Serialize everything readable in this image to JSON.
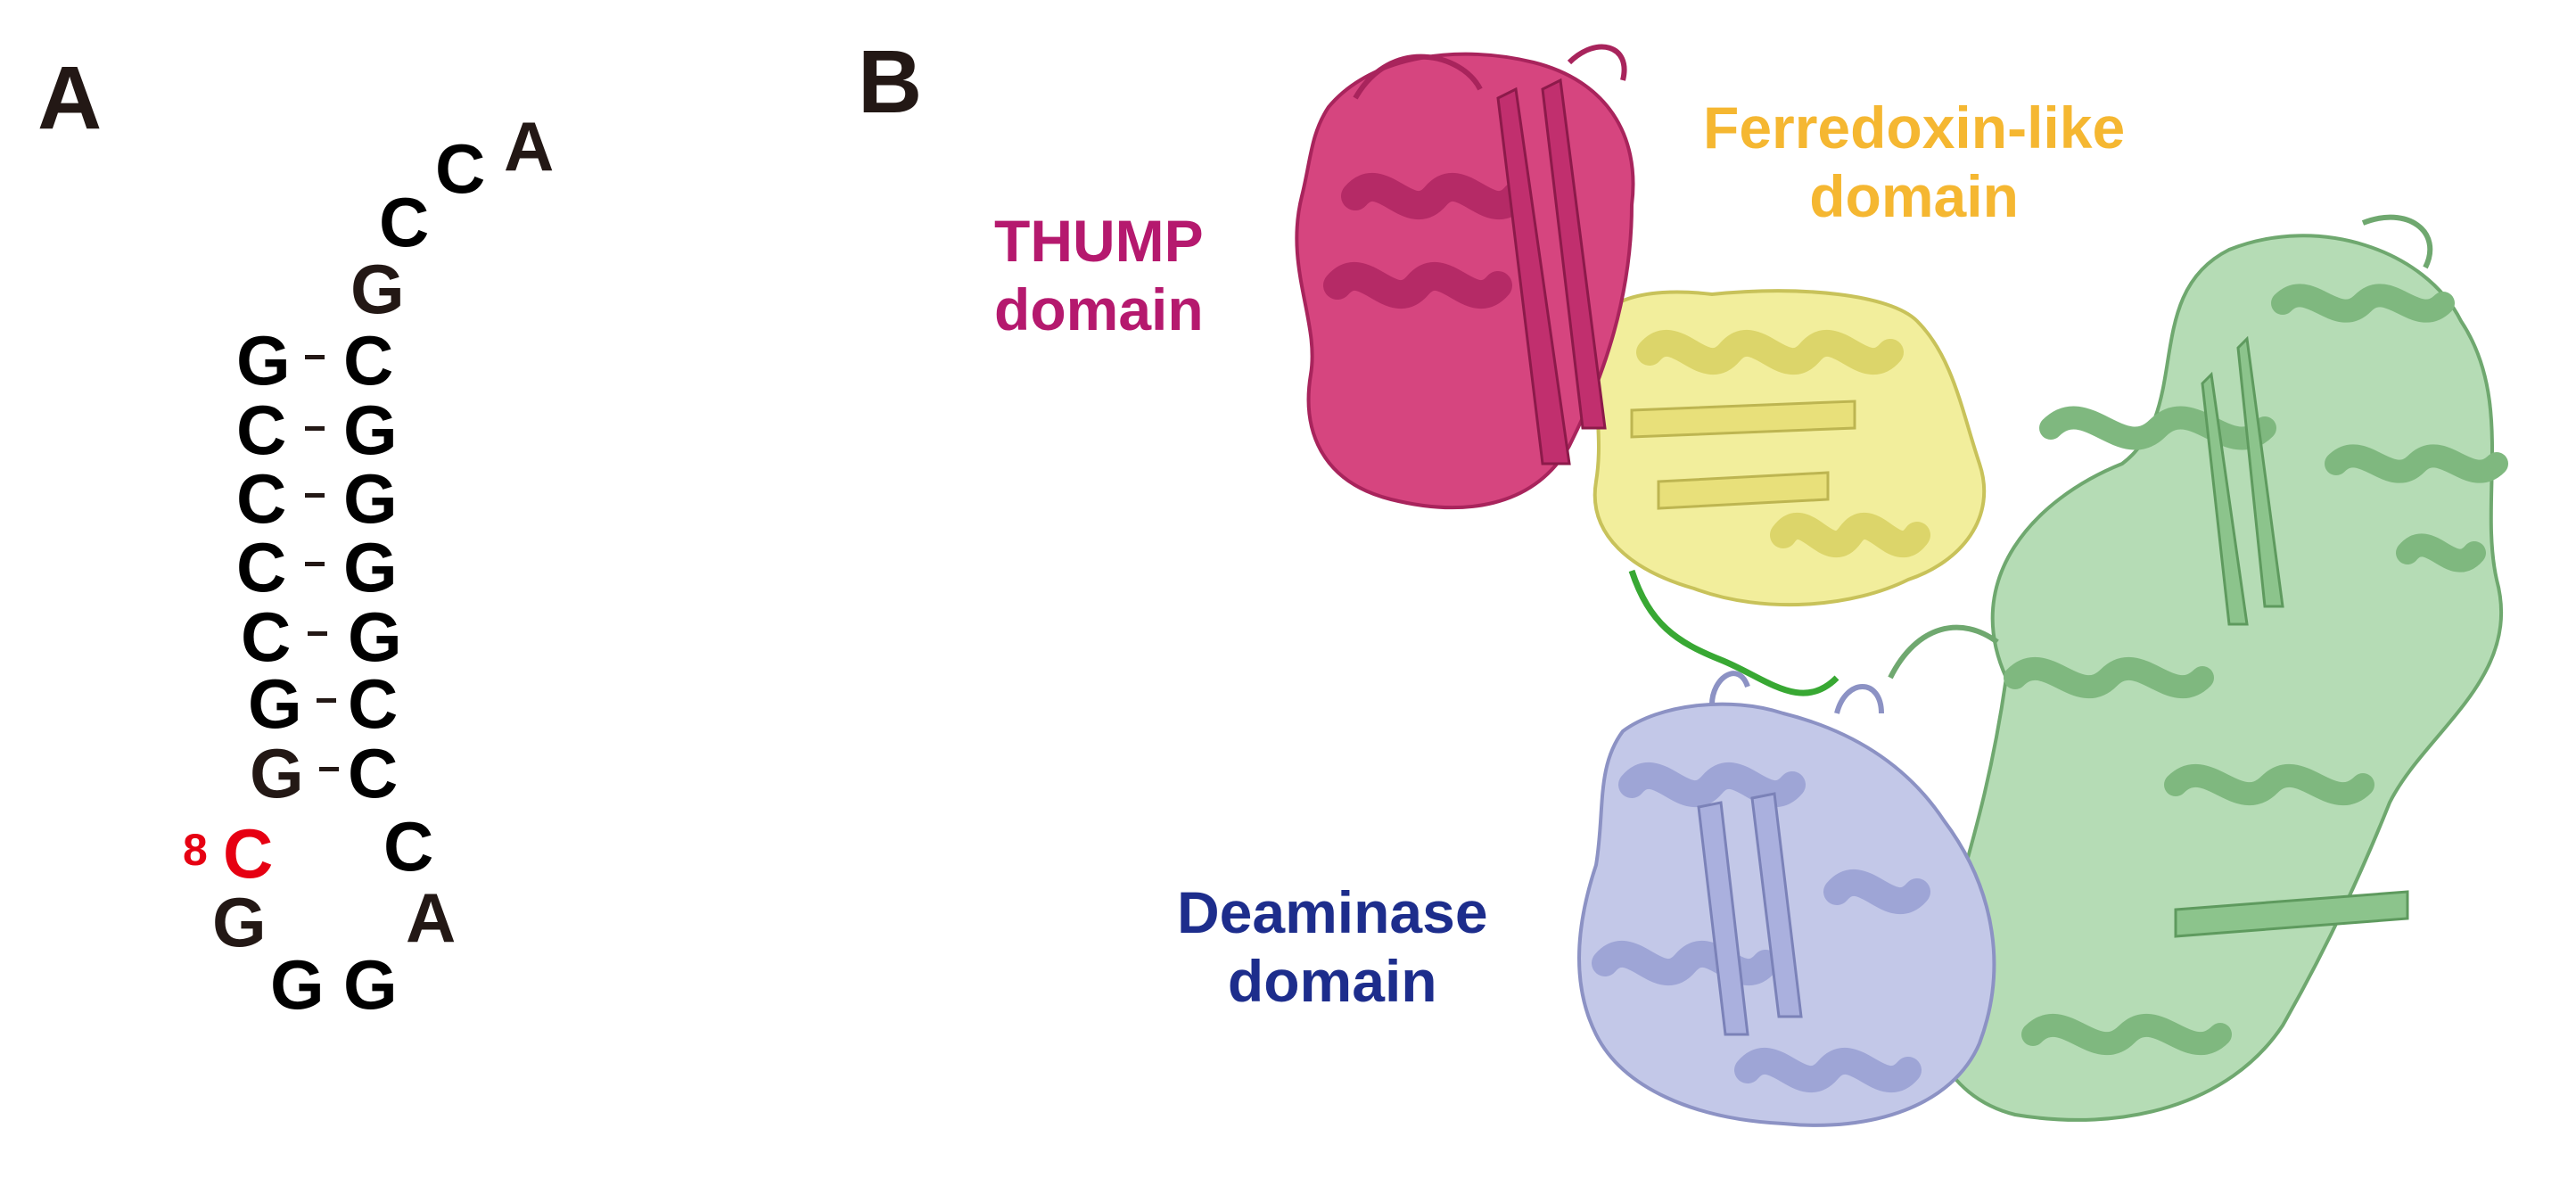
{
  "panels": {
    "a": "A",
    "b": "B"
  },
  "rna": {
    "position_label": "8",
    "acceptor_tail": [
      "A",
      "C",
      "C",
      "G"
    ],
    "stem_left": [
      "G",
      "C",
      "C",
      "C",
      "C",
      "G",
      "G"
    ],
    "stem_right": [
      "C",
      "G",
      "G",
      "G",
      "G",
      "C",
      "C"
    ],
    "loop": [
      "C",
      "G",
      "G",
      "G",
      "A",
      "C"
    ]
  },
  "domains": {
    "thump": [
      "THUMP",
      "domain"
    ],
    "ferredoxin": [
      "Ferredoxin-like",
      "domain"
    ],
    "deaminase": [
      "Deaminase",
      "domain"
    ]
  },
  "colors": {
    "thump": "#c2306f",
    "ferredoxin": "#eee57d",
    "deaminase": "#aeb4dc",
    "catalytic": "#9dcf9d",
    "linker": "#38a833",
    "highlight": "#e60012"
  }
}
